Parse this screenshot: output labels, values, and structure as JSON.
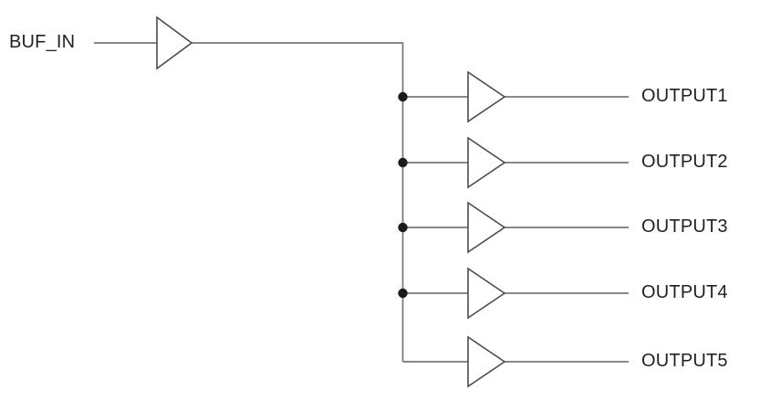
{
  "diagram": {
    "kind": "buffer-fanout-schematic",
    "input": {
      "label": "BUF_IN"
    },
    "outputs": [
      {
        "label": "OUTPUT1"
      },
      {
        "label": "OUTPUT2"
      },
      {
        "label": "OUTPUT3"
      },
      {
        "label": "OUTPUT4"
      },
      {
        "label": "OUTPUT5"
      }
    ],
    "colors": {
      "background": "#ffffff",
      "wire": "#777777",
      "symbol_outline": "#4d4d4d",
      "symbol_fill": "#ffffff",
      "junction_dot": "#1b1b1b",
      "text": "#231f20"
    }
  }
}
